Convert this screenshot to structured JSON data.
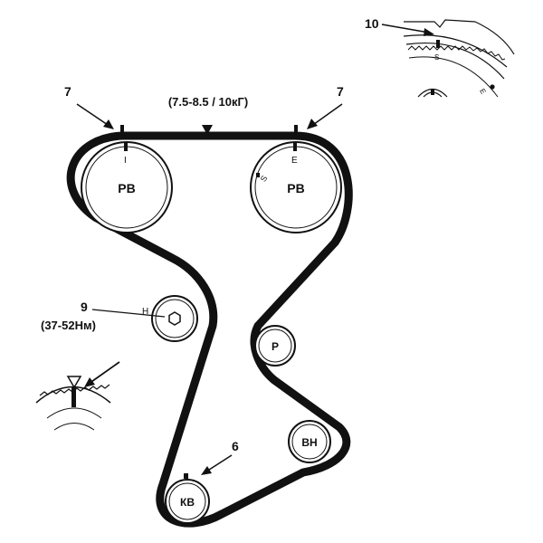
{
  "callouts": {
    "c7_left": "7",
    "c7_right": "7",
    "c9": "9",
    "c10": "10",
    "c6": "6"
  },
  "tension_spec": "(7.5-8.5 / 10кГ)",
  "torque_spec": "(37-52Нм)",
  "pulleys": {
    "cam_left": {
      "label": "РВ",
      "mark": "I"
    },
    "cam_right": {
      "label": "РВ",
      "mark": "E",
      "mark2": "S"
    },
    "tensioner": {
      "mark": "H"
    },
    "pump": {
      "label": "P"
    },
    "aux": {
      "label": "ВН"
    },
    "crank": {
      "label": "КВ"
    }
  },
  "detail_marks": {
    "s": "S",
    "e": "E"
  },
  "colors": {
    "belt": "#111111",
    "line": "#111111",
    "background": "#ffffff"
  }
}
